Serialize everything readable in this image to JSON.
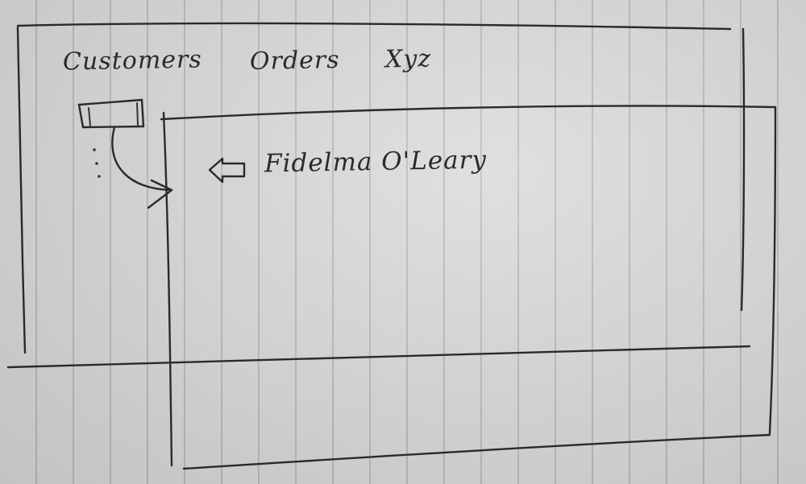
{
  "nav": {
    "tabs": [
      {
        "label": "Customers"
      },
      {
        "label": "Orders"
      },
      {
        "label": "Xyz"
      }
    ]
  },
  "detail_panel": {
    "name": "Fidelma O'Leary"
  }
}
